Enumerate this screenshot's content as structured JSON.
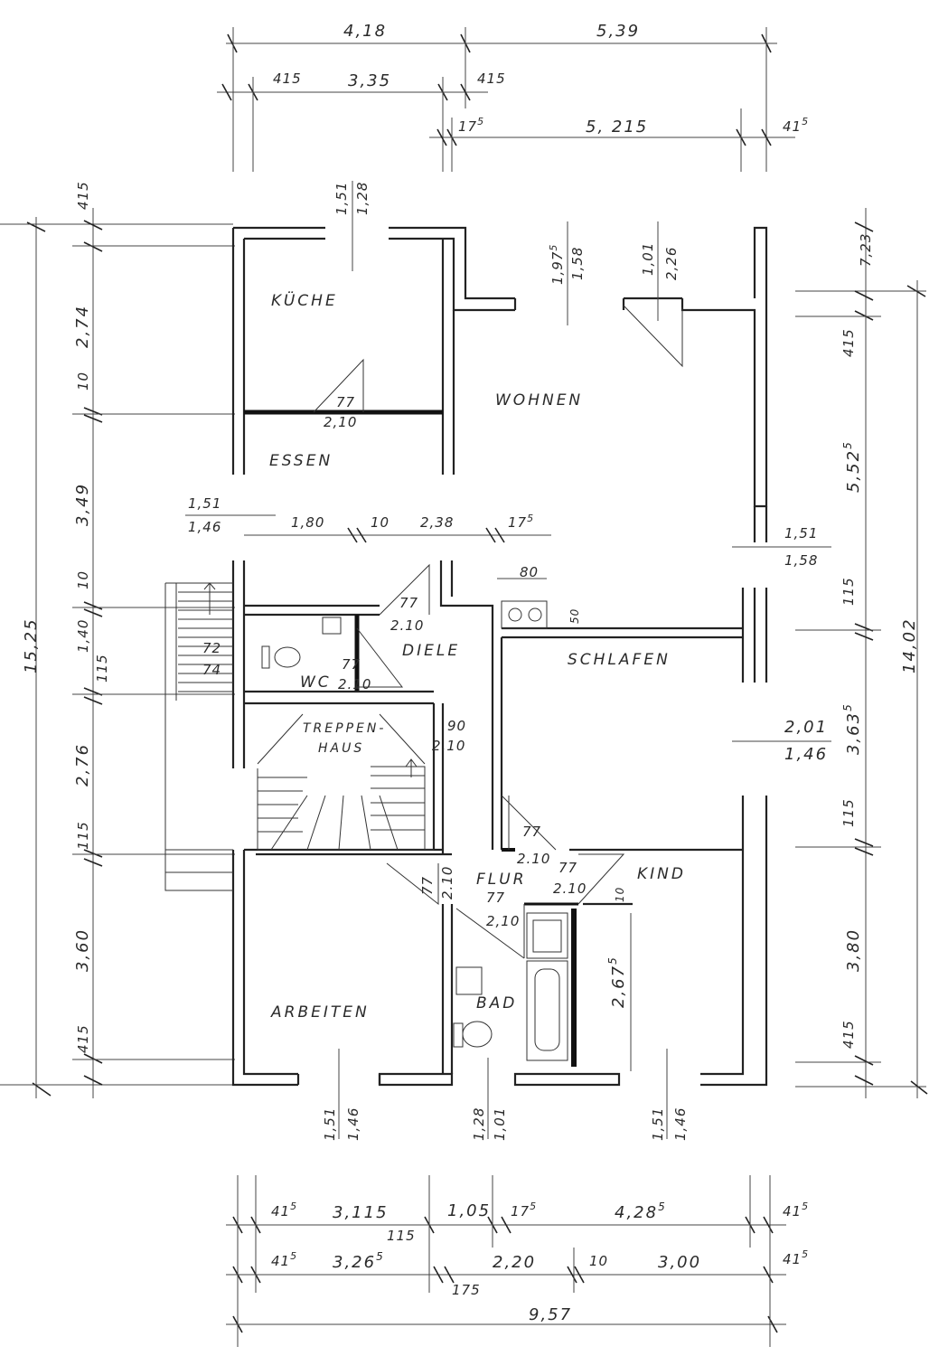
{
  "rooms": {
    "kueche": "KÜCHE",
    "wohnen": "WOHNEN",
    "essen": "ESSEN",
    "diele": "DIELE",
    "wc": "WC",
    "schlafen": "SCHLAFEN",
    "treppenhaus_1": "TREPPEN-",
    "treppenhaus_2": "HAUS",
    "flur": "FLUR",
    "kind": "KIND",
    "bad": "BAD",
    "arbeiten": "ARBEITEN"
  },
  "dims_top": {
    "r1_a": "4,18",
    "r1_b": "5,39",
    "r2_a": "415",
    "r2_b": "3,35",
    "r2_c": "415",
    "r3_a": "17",
    "r3_a_sup": "5",
    "r3_b": "5, 215",
    "r3_c": "41",
    "r3_c_sup": "5"
  },
  "dims_bottom": {
    "r1_a": "41",
    "r1_a_sup": "5",
    "r1_b": "3,115",
    "r1_c": "1,05",
    "r1_d": "17",
    "r1_d_sup": "5",
    "r1_e": "4,28",
    "r1_e_sup": "5",
    "r1_f": "41",
    "r1_f_sup": "5",
    "r1_g": "115",
    "r2_a": "41",
    "r2_a_sup": "5",
    "r2_b": "3,26",
    "r2_b_sup": "5",
    "r2_c": "2,20",
    "r2_d": "10",
    "r2_e": "3,00",
    "r2_f": "41",
    "r2_f_sup": "5",
    "r2_g": "175",
    "total": "9,57"
  },
  "dims_left": {
    "total": "15,25",
    "a": "415",
    "b": "2,74",
    "c": "10",
    "d": "3,49",
    "e": "10",
    "f": "1,40",
    "g": "115",
    "h": "2,76",
    "i": "115",
    "j": "3,60",
    "k": "415"
  },
  "dims_right": {
    "total": "14,02",
    "a": "7,23",
    "b": "415",
    "c": "5,52",
    "c_sup": "5",
    "d": "115",
    "e": "3,63",
    "e_sup": "5",
    "f": "115",
    "g": "3,80",
    "h": "415"
  },
  "openings": {
    "kueche_win_1": "1,51",
    "kueche_win_2": "1,28",
    "wohnen_win_1": "1,97",
    "wohnen_win_1_sup": "5",
    "wohnen_win_2": "1,58",
    "wohnen_door_1": "1,01",
    "wohnen_door_2": "2,26",
    "kueche_door_1": "77",
    "kueche_door_2": "2,10",
    "essen_win_1": "1,51",
    "essen_win_2": "1,46",
    "int_a": "1,80",
    "int_b": "10",
    "int_c": "2,38",
    "int_d": "17",
    "int_d_sup": "5",
    "chimney": "80",
    "chimney_side": "50",
    "wohnen_rwin_1": "1,51",
    "wohnen_rwin_2": "1,58",
    "diele_door_1": "77",
    "diele_door_2": "2.10",
    "wc_door_1": "77",
    "wc_door_2": "2.10",
    "stair_1": "72",
    "stair_2": "74",
    "treppen_door_1": "90",
    "treppen_door_2": "2.10",
    "schlafen_win_1": "2,01",
    "schlafen_win_2": "1,46",
    "schlafen_door_1": "77",
    "schlafen_door_2": "2.10",
    "kind_door_1": "77",
    "kind_door_2": "2.10",
    "flur_door_l_1": "77",
    "flur_door_l_2": "2.10",
    "bad_door_1": "77",
    "bad_door_2": "2,10",
    "kind_wall": "10",
    "kind_inner": "2,67",
    "kind_inner_sup": "5",
    "arbeiten_win_1": "1,51",
    "arbeiten_win_2": "1,46",
    "bad_win_1": "1,28",
    "bad_win_2": "1,01",
    "kind_win_1": "1,51",
    "kind_win_2": "1,46"
  }
}
